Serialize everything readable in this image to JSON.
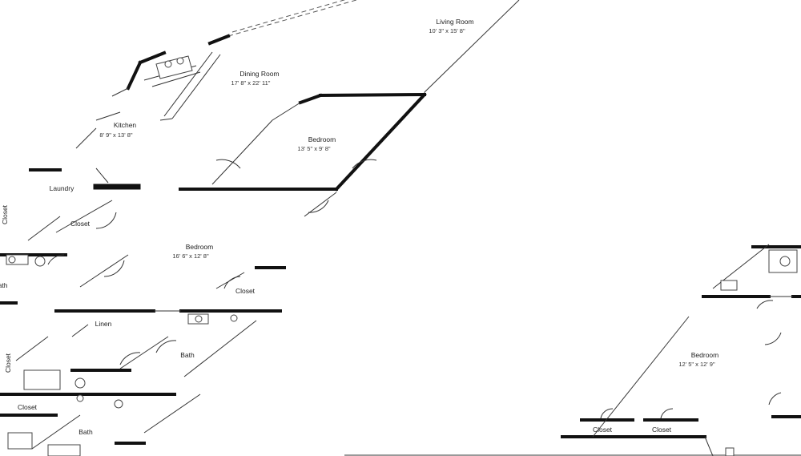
{
  "rooms": {
    "living_room": {
      "name": "Living Room",
      "dims": "10' 3\" x 15' 8\""
    },
    "dining_room": {
      "name": "Dining Room",
      "dims": "17' 8\" x 22' 11\""
    },
    "kitchen": {
      "name": "Kitchen",
      "dims": "8' 9\" x 13' 8\""
    },
    "bedroom_upper": {
      "name": "Bedroom",
      "dims": "13' 5\" x 9' 8\""
    },
    "laundry": {
      "name": "Laundry"
    },
    "closet_laundry": {
      "name": "Closet"
    },
    "closet_left_vertical": {
      "name": "Closet"
    },
    "bedroom_center": {
      "name": "Bedroom",
      "dims": "16' 6\" x 12' 8\""
    },
    "closet_center": {
      "name": "Closet"
    },
    "bath_left_top": {
      "name": "Bath"
    },
    "linen": {
      "name": "Linen"
    },
    "bath_center": {
      "name": "Bath"
    },
    "closet_left_lower": {
      "name": "Closet"
    },
    "closet_bottom_left": {
      "name": "Closet"
    },
    "bath_bottom": {
      "name": "Bath"
    },
    "bedroom_right": {
      "name": "Bedroom",
      "dims": "12' 5\" x 12' 9\""
    },
    "closet_right_1": {
      "name": "Closet"
    },
    "closet_right_2": {
      "name": "Closet"
    }
  }
}
